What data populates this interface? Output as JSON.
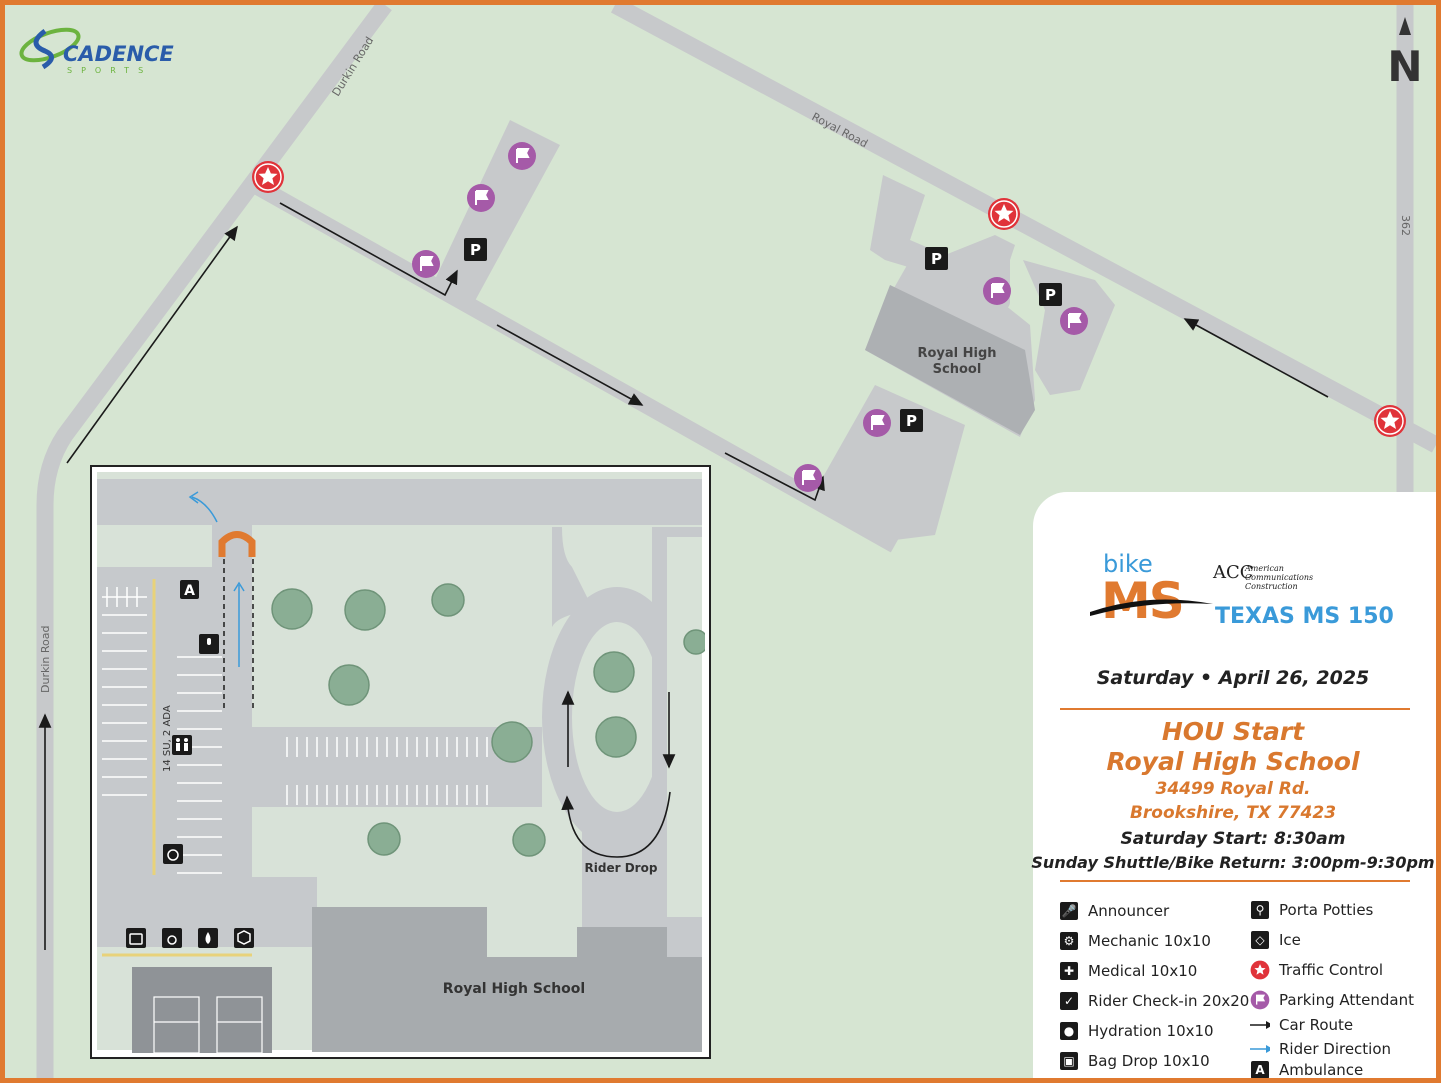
{
  "brand": {
    "logo_main": "CADENCE",
    "logo_sub": "SPORTS"
  },
  "north_label": "N",
  "roads": {
    "durkin_top": "Durkin Road",
    "durkin_left": "Durkin Road",
    "royal": "Royal Road",
    "fm362": "362"
  },
  "school_label_line1": "Royal High",
  "school_label_line2": "School",
  "parking_label": "P",
  "inset": {
    "school_label": "Royal High School",
    "rider_drop_label": "Rider Drop",
    "ada_label": "14 SU, 2 ADA",
    "ambulance_letter": "A"
  },
  "event": {
    "bike_label": "bike",
    "ms_label": "MS",
    "sponsor_line1": "American",
    "sponsor_line2": "Communications",
    "sponsor_line3": "Construction",
    "sponsor_letters": "ACC",
    "event_name": "TEXAS MS 150",
    "date": "Saturday • April 26, 2025",
    "start_title": "HOU Start",
    "venue": "Royal High School",
    "address1": "34499 Royal Rd.",
    "address2": "Brookshire, TX 77423",
    "start_time": "Saturday Start: 8:30am",
    "return_time": "Sunday Shuttle/Bike Return: 3:00pm-9:30pm"
  },
  "legend": {
    "left": [
      {
        "icon": "microphone-icon",
        "label": "Announcer"
      },
      {
        "icon": "mechanic-bike-icon",
        "label": "Mechanic 10x10"
      },
      {
        "icon": "medical-cross-icon",
        "label": "Medical 10x10"
      },
      {
        "icon": "check-in-icon",
        "label": "Rider Check-in 20x20"
      },
      {
        "icon": "water-drop-icon",
        "label": "Hydration 10x10"
      },
      {
        "icon": "bag-icon",
        "label": "Bag Drop 10x10"
      }
    ],
    "right": [
      {
        "icon": "restroom-icon",
        "label": "Porta Potties"
      },
      {
        "icon": "ice-cube-icon",
        "label": "Ice"
      },
      {
        "icon": "traffic-star-icon",
        "label": "Traffic Control"
      },
      {
        "icon": "parking-flag-icon",
        "label": "Parking Attendant"
      },
      {
        "icon": "black-arrow-icon",
        "label": "Car Route"
      },
      {
        "icon": "blue-arrow-icon",
        "label": "Rider Direction"
      },
      {
        "icon": "ambulance-a-icon",
        "label": "Ambulance"
      }
    ]
  },
  "colors": {
    "accent": "#d9782e",
    "star": "#e0333a",
    "flag": "#a55aa8",
    "blue": "#3a9ad9",
    "road": "#c7c9cb",
    "grass": "#d6e5d2"
  }
}
